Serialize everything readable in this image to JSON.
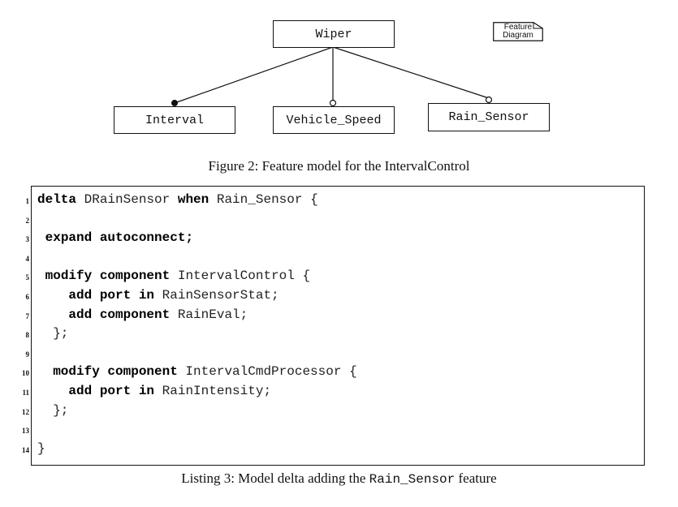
{
  "figure": {
    "root": "Wiper",
    "children": [
      "Interval",
      "Vehicle_Speed",
      "Rain_Sensor"
    ],
    "legend": [
      "Feature",
      "Diagram"
    ],
    "caption": "Figure 2: Feature model for the IntervalControl"
  },
  "listing": {
    "lines": [
      {
        "n": "1",
        "tokens": [
          {
            "t": "delta",
            "k": true
          },
          {
            "t": " DRainSensor "
          },
          {
            "t": "when",
            "k": true
          },
          {
            "t": " Rain_Sensor {"
          }
        ]
      },
      {
        "n": "2",
        "tokens": []
      },
      {
        "n": "3",
        "tokens": [
          {
            "t": " "
          },
          {
            "t": "expand autoconnect;",
            "k": true
          }
        ]
      },
      {
        "n": "4",
        "tokens": []
      },
      {
        "n": "5",
        "tokens": [
          {
            "t": " "
          },
          {
            "t": "modify component",
            "k": true
          },
          {
            "t": " IntervalControl {"
          }
        ]
      },
      {
        "n": "6",
        "tokens": [
          {
            "t": "    "
          },
          {
            "t": "add port in",
            "k": true
          },
          {
            "t": " RainSensorStat;"
          }
        ]
      },
      {
        "n": "7",
        "tokens": [
          {
            "t": "    "
          },
          {
            "t": "add component",
            "k": true
          },
          {
            "t": " RainEval;"
          }
        ]
      },
      {
        "n": "8",
        "tokens": [
          {
            "t": "  };"
          }
        ]
      },
      {
        "n": "9",
        "tokens": []
      },
      {
        "n": "10",
        "tokens": [
          {
            "t": "  "
          },
          {
            "t": "modify component",
            "k": true
          },
          {
            "t": " IntervalCmdProcessor {"
          }
        ]
      },
      {
        "n": "11",
        "tokens": [
          {
            "t": "    "
          },
          {
            "t": "add port in",
            "k": true
          },
          {
            "t": " RainIntensity;"
          }
        ]
      },
      {
        "n": "12",
        "tokens": [
          {
            "t": "  };"
          }
        ]
      },
      {
        "n": "13",
        "tokens": []
      },
      {
        "n": "14",
        "tokens": [
          {
            "t": "}"
          }
        ]
      }
    ],
    "caption_pre": "Listing 3: Model delta adding the ",
    "caption_code": "Rain_Sensor",
    "caption_post": " feature"
  }
}
